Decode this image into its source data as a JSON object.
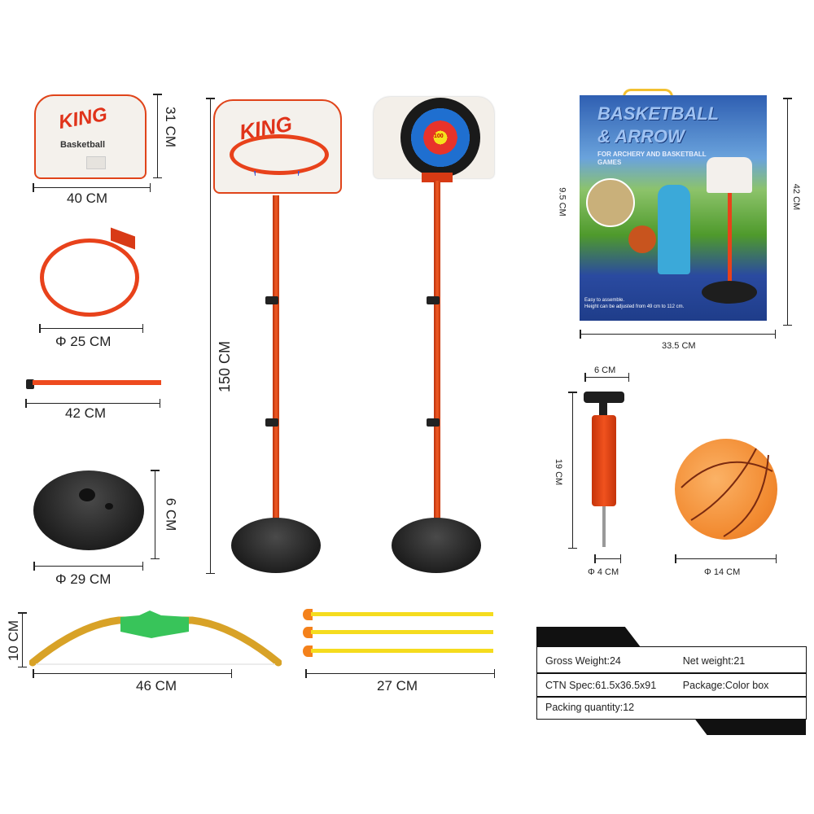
{
  "parts": {
    "backboard": {
      "width": "40 CM",
      "height": "31 CM",
      "brand": "KING",
      "subtitle": "Basketball"
    },
    "hoop": {
      "diameter": "Φ  25 CM"
    },
    "pole_segment": {
      "length": "42 CM"
    },
    "base": {
      "diameter": "Φ  29 CM",
      "height": "6 CM"
    },
    "bow": {
      "width": "46 CM",
      "height": "10 CM"
    },
    "arrows": {
      "length": "27 CM",
      "count": 3
    },
    "full_stand": {
      "height": "150 CM"
    },
    "pump": {
      "width": "6 CM",
      "height": "19 CM",
      "needle_diameter": "Φ  4 CM"
    },
    "ball": {
      "diameter": "Φ  14 CM"
    },
    "target": {
      "center_label": "100"
    }
  },
  "box": {
    "title_line1": "BASKETBALL",
    "title_line2": "& ARROW",
    "subtitle": "FOR ARCHERY AND BASKETBALL GAMES",
    "bullets": [
      "Easy to assemble.",
      "Height can be adjusted from 49 cm to 112 cm."
    ],
    "width": "33.5 CM",
    "height": "42 CM",
    "depth": "9.5 CM"
  },
  "specs": {
    "gross_weight_label": "Gross Weight",
    "gross_weight": "24",
    "net_weight_label": "Net weight",
    "net_weight": "21",
    "ctn_spec_label": "CTN Spec",
    "ctn_spec": "61.5x36.5x91",
    "package_label": "Package",
    "package": "Color box",
    "packing_qty_label": "Packing quantity",
    "packing_qty": "12",
    "separator": ":"
  },
  "colors": {
    "orange": "#f05a24",
    "black": "#1e1e1e",
    "box_blue": "#2d55a8",
    "grass": "#4f9a2c"
  }
}
